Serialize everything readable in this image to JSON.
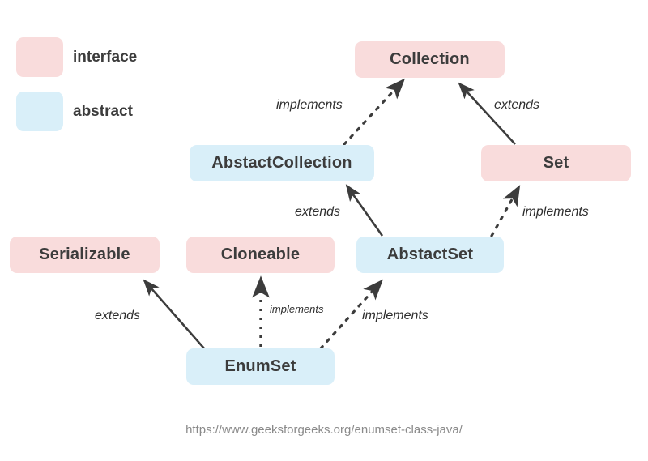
{
  "legend": {
    "items": [
      {
        "label": "interface",
        "color": "#f9dcdc",
        "kind": "interface"
      },
      {
        "label": "abstract",
        "color": "#d9eff9",
        "kind": "abstract"
      }
    ]
  },
  "diagram": {
    "type": "class-hierarchy",
    "nodes": [
      {
        "id": "collection",
        "label": "Collection",
        "kind": "interface"
      },
      {
        "id": "abstactcollection",
        "label": "AbstactCollection",
        "kind": "abstract"
      },
      {
        "id": "set",
        "label": "Set",
        "kind": "interface"
      },
      {
        "id": "serializable",
        "label": "Serializable",
        "kind": "interface"
      },
      {
        "id": "cloneable",
        "label": "Cloneable",
        "kind": "interface"
      },
      {
        "id": "abstactset",
        "label": "AbstactSet",
        "kind": "abstract"
      },
      {
        "id": "enumset",
        "label": "EnumSet",
        "kind": "abstract"
      }
    ],
    "edges": [
      {
        "from": "abstactcollection",
        "to": "collection",
        "label": "implements",
        "style": "dashed"
      },
      {
        "from": "set",
        "to": "collection",
        "label": "extends",
        "style": "solid"
      },
      {
        "from": "abstactset",
        "to": "abstactcollection",
        "label": "extends",
        "style": "solid"
      },
      {
        "from": "abstactset",
        "to": "set",
        "label": "implements",
        "style": "dashed"
      },
      {
        "from": "enumset",
        "to": "serializable",
        "label": "extends",
        "style": "solid"
      },
      {
        "from": "enumset",
        "to": "cloneable",
        "label": "implements",
        "style": "dashed"
      },
      {
        "from": "enumset",
        "to": "abstactset",
        "label": "implements",
        "style": "dashed"
      }
    ]
  },
  "footer": {
    "url": "https://www.geeksforgeeks.org/enumset-class-java/"
  }
}
